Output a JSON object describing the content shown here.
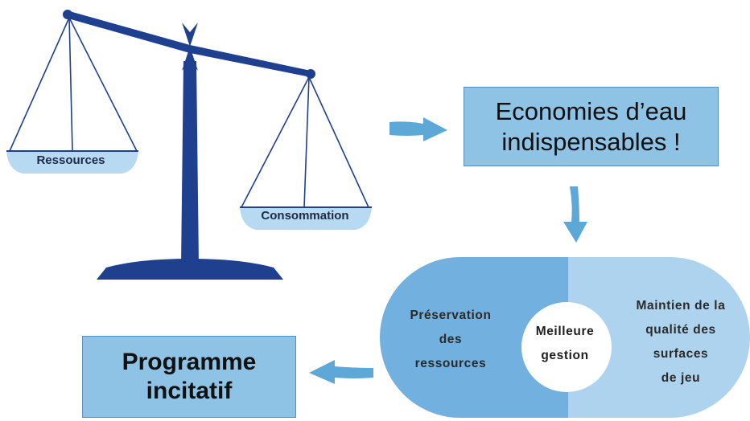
{
  "scale": {
    "left_pan_label": "Ressources",
    "right_pan_label": "Consommation"
  },
  "economies_box": {
    "line1": "Economies d’eau",
    "line2": "indispensables !"
  },
  "programme_box": {
    "line1": "Programme",
    "line2": "incitatif"
  },
  "pill": {
    "left_lines": [
      "Préservation",
      "des",
      "ressources"
    ],
    "center_lines": [
      "Meilleure",
      "gestion"
    ],
    "right_lines": [
      "Maintien de la",
      "qualité des",
      "surfaces",
      "de jeu"
    ]
  },
  "colors": {
    "scale_navy": "#1f3f8f",
    "pan_light": "#b7d9f1",
    "box_blue": "#8ec3e6",
    "pill_dark": "#72b1df",
    "pill_light": "#aed3ee",
    "arrow_blue": "#5ea8d8"
  }
}
